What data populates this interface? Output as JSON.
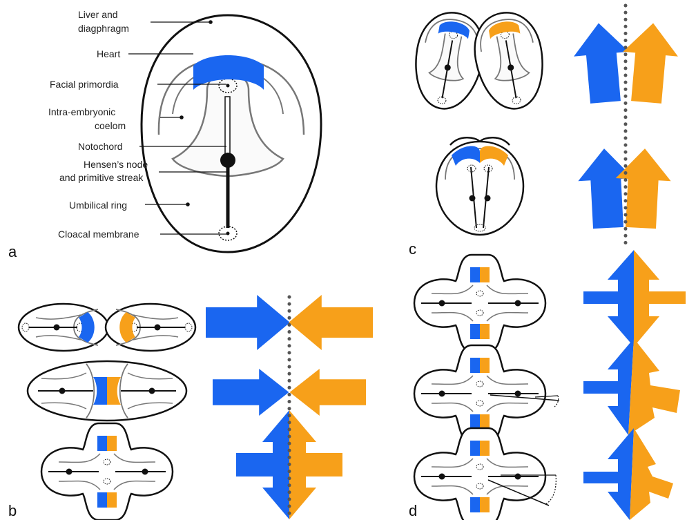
{
  "panels": {
    "a": "a",
    "b": "b",
    "c": "c",
    "d": "d"
  },
  "labels": {
    "liver1": "Liver and",
    "liver2": "diagphragm",
    "heart": "Heart",
    "facial": "Facial primordia",
    "coelom1": "Intra-embryonic",
    "coelom2": "coelom",
    "notochord": "Notochord",
    "hensen1": "Hensen’s node",
    "hensen2": "and primitive streak",
    "umbilical": "Umbilical ring",
    "cloacal": "Cloacal membrane"
  },
  "colors": {
    "blue": "#1a66f0",
    "orange": "#f7a01a",
    "outline": "#111111",
    "fold": "#777777",
    "midline": "#555555"
  }
}
